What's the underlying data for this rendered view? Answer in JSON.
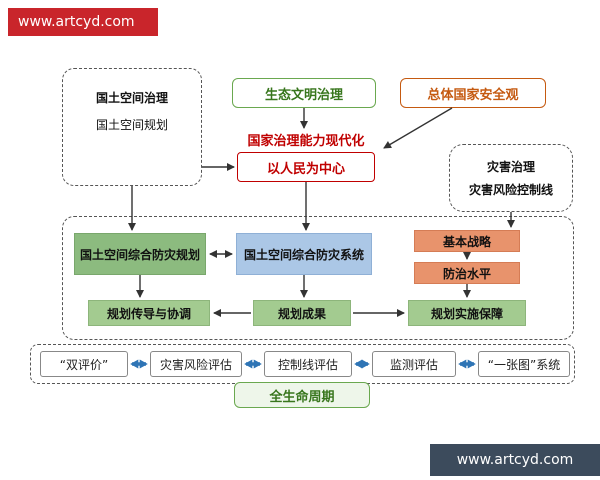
{
  "banners": {
    "top_watermark": "www.artcyd.com",
    "bottom_watermark": "www.artcyd.com"
  },
  "boxes": {
    "territory_governance": {
      "title": "国土空间治理",
      "subtitle": "国土空间规划"
    },
    "eco_civilization": "生态文明治理",
    "national_security": "总体国家安全观",
    "governance_modernization": "国家治理能力现代化",
    "people_centered": "以人民为中心",
    "disaster_governance": {
      "title": "灾害治理",
      "subtitle": "灾害风险控制线"
    },
    "comprehensive_planning": "国土空间综合防灾规划",
    "comprehensive_system": "国土空间综合防灾系统",
    "basic_strategy": "基本战略",
    "prevention_level": "防治水平",
    "plan_transmission": "规划传导与协调",
    "plan_results": "规划成果",
    "plan_guarantee": "规划实施保障",
    "full_lifecycle": "全生命周期"
  },
  "bottom_row": [
    "“双评价”",
    "灾害风险评估",
    "控制线评估",
    "监测评估",
    "“一张图”系统"
  ],
  "colors": {
    "brand_red": "#c9252b",
    "banner_dark": "#3c4b5c",
    "green_accent": "#38761d",
    "green_border": "#6aa84f",
    "orange_accent": "#c55a11",
    "red_accent": "#c00000",
    "green_fill": "#8cbb7f",
    "green_fill_light": "#a3cb90",
    "blue_fill": "#abc7e6",
    "salmon_fill": "#e8936c",
    "arrow_blue": "#2e74b5"
  }
}
